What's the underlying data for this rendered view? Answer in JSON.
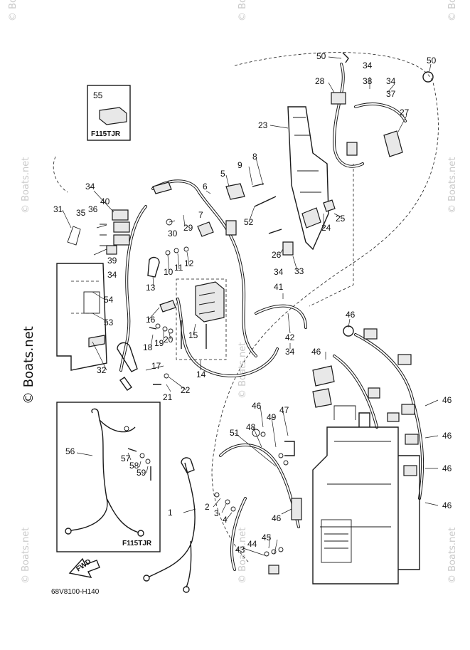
{
  "watermark": "© Boats.net",
  "diagram_code": "68V8100-H140",
  "fwd_label": "FWD",
  "inset_top": {
    "part_number": "55",
    "model_label": "F115TJR"
  },
  "inset_bottom": {
    "part_numbers": [
      "56",
      "57",
      "58",
      "59"
    ],
    "model_label": "F115TJR"
  },
  "callouts": [
    "1",
    "2",
    "3",
    "4",
    "5",
    "6",
    "7",
    "8",
    "9",
    "10",
    "11",
    "12",
    "13",
    "14",
    "15",
    "16",
    "17",
    "18",
    "19",
    "20",
    "21",
    "22",
    "23",
    "24",
    "25",
    "26",
    "27",
    "28",
    "29",
    "30",
    "31",
    "32",
    "33",
    "34",
    "35",
    "36",
    "37",
    "38",
    "39",
    "40",
    "41",
    "42",
    "43",
    "44",
    "45",
    "46",
    "47",
    "48",
    "49",
    "50",
    "51",
    "52",
    "53",
    "54"
  ]
}
